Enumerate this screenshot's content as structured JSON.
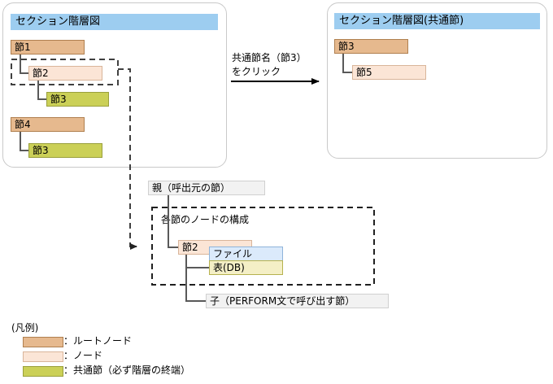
{
  "diagram": {
    "panel_left": {
      "title": "セクション階層図",
      "nodes": [
        {
          "label": "節1",
          "type": "root"
        },
        {
          "label": "節2",
          "type": "node"
        },
        {
          "label": "節3",
          "type": "common"
        },
        {
          "label": "節4",
          "type": "root"
        },
        {
          "label": "節3",
          "type": "common"
        }
      ]
    },
    "panel_right": {
      "title": "セクション階層図(共通節)",
      "nodes": [
        {
          "label": "節3",
          "type": "root"
        },
        {
          "label": "節5",
          "type": "node"
        }
      ]
    },
    "arrow": {
      "label_line1": "共通節名（節3）",
      "label_line2": "をクリック"
    },
    "detail": {
      "parent_label": "親（呼出元の節）",
      "group_title": "各節のノードの構成",
      "node_label": "節2",
      "file_label": "ファイル",
      "db_label": "表(DB)",
      "child_label": "子（PERFORM文で呼び出す節）"
    },
    "legend": {
      "title": "(凡例)",
      "items": [
        {
          "swatch": "root",
          "text": "：ルートノード"
        },
        {
          "swatch": "node",
          "text": "：ノード"
        },
        {
          "swatch": "common",
          "text": "：共通節（必ず階層の終端）"
        }
      ]
    },
    "colors": {
      "title_bar": "#9dcdf0",
      "root_node": "#e6b98e",
      "node": "#fbe5d6",
      "common_node": "#cbd057",
      "file_box": "#dbeafb",
      "db_box": "#f4efc6",
      "gray_box": "#f2f2f2",
      "connector": "#595959",
      "panel_border": "#c9c9c9",
      "dashed": "#404040"
    }
  }
}
